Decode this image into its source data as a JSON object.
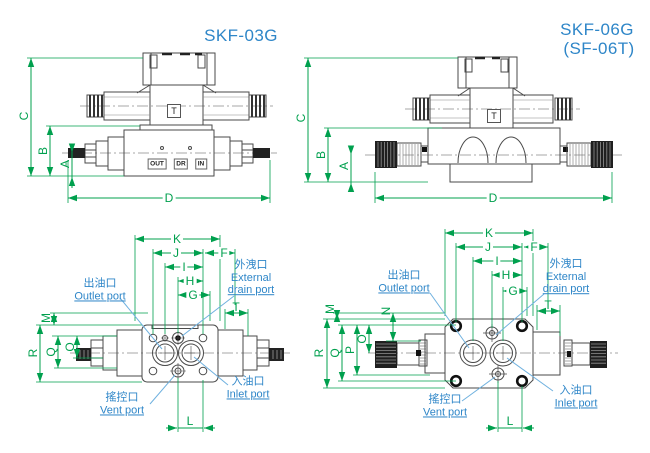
{
  "titles": {
    "model_left": "SKF-03G",
    "model_right": "SKF-06G",
    "model_right_alt": "(SF-06T)"
  },
  "dim_labels": {
    "A": "A",
    "B": "B",
    "C": "C",
    "D": "D",
    "F": "F",
    "G": "G",
    "H": "H",
    "I": "I",
    "J": "J",
    "K": "K",
    "L": "L",
    "M": "M",
    "N": "N",
    "O": "O",
    "P": "P",
    "Q": "Q",
    "R": "R",
    "T": "T"
  },
  "solenoid": {
    "tank_symbol": "T"
  },
  "body_markings": {
    "out": "OUT",
    "dr": "DR",
    "in": "IN"
  },
  "ports": {
    "outlet": {
      "zh": "出油口",
      "en": "Outlet port"
    },
    "external_drain": {
      "zh": "外洩口",
      "en1": "External",
      "en2": "drain port"
    },
    "vent": {
      "zh": "搖控口",
      "en": "Vent port"
    },
    "inlet": {
      "zh": "入油口",
      "en": "Inlet port"
    }
  },
  "colors": {
    "dimension_green": "#00A04E",
    "callout_blue": "#2E86C8",
    "leader_blue": "#6FB1DF",
    "line_gray": "#4A4A4A"
  }
}
